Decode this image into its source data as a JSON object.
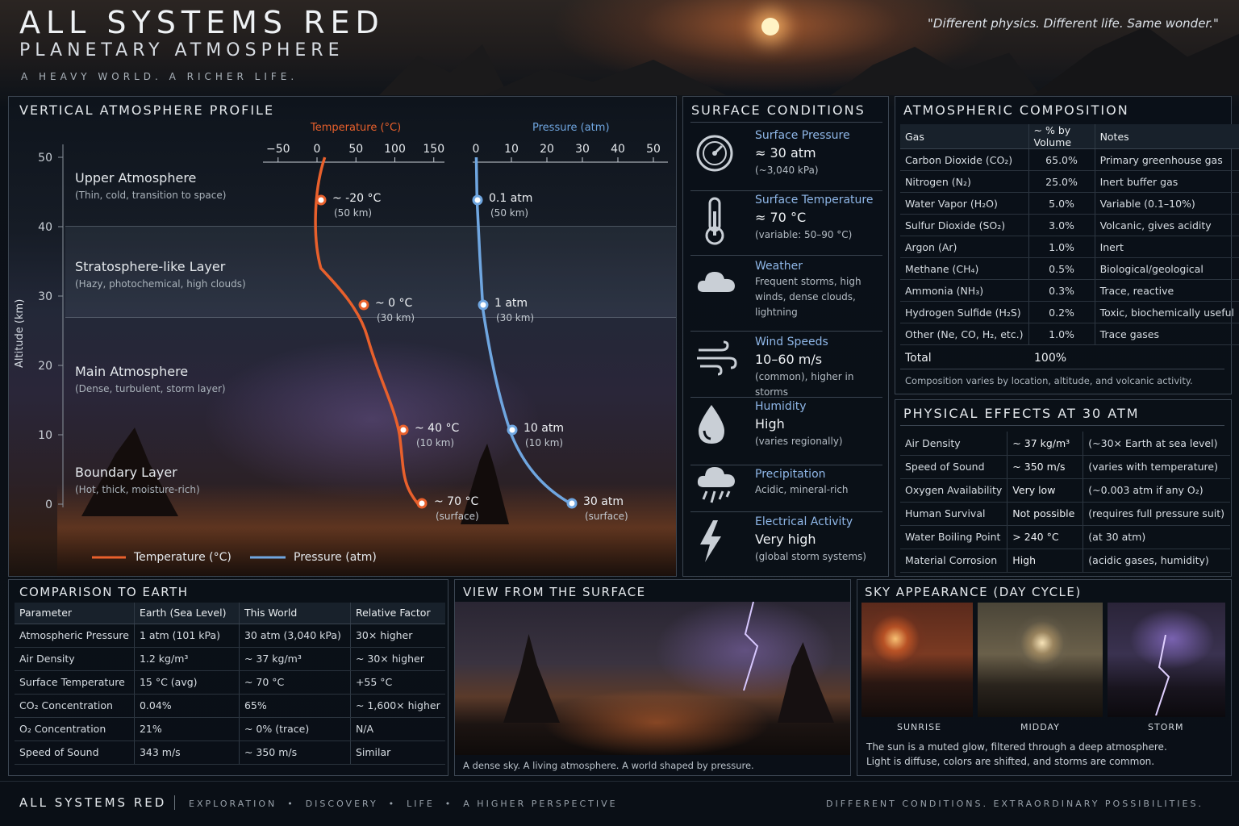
{
  "header": {
    "title": "ALL SYSTEMS RED",
    "subtitle": "PLANETARY ATMOSPHERE",
    "tagline": "A HEAVY WORLD. A RICHER LIFE.",
    "quote": "\"Different physics. Different life. Same wonder.\""
  },
  "profile": {
    "title": "VERTICAL ATMOSPHERE PROFILE",
    "y_axis_label": "Altitude (km)",
    "y_ticks": [
      "50",
      "40",
      "30",
      "20",
      "10",
      "0"
    ],
    "temp_axis_title": "Temperature (°C)",
    "temp_ticks": [
      "−50",
      "0",
      "50",
      "100",
      "150"
    ],
    "pressure_axis_title": "Pressure (atm)",
    "pressure_ticks": [
      "0",
      "10",
      "20",
      "30",
      "40",
      "50"
    ],
    "layers": [
      {
        "name": "Upper Atmosphere",
        "desc": "(Thin, cold, transition to space)"
      },
      {
        "name": "Stratosphere-like Layer",
        "desc": "(Hazy, photochemical, high clouds)"
      },
      {
        "name": "Main Atmosphere",
        "desc": "(Dense, turbulent, storm layer)"
      },
      {
        "name": "Boundary Layer",
        "desc": "(Hot, thick, moisture-rich)"
      }
    ],
    "temp_points": [
      {
        "label": "~ -20 °C",
        "sub": "(50 km)"
      },
      {
        "label": "~ 0 °C",
        "sub": "(30 km)"
      },
      {
        "label": "~ 40 °C",
        "sub": "(10 km)"
      },
      {
        "label": "~ 70 °C",
        "sub": "(surface)"
      }
    ],
    "pressure_points": [
      {
        "label": "0.1 atm",
        "sub": "(50 km)"
      },
      {
        "label": "1 atm",
        "sub": "(30 km)"
      },
      {
        "label": "10 atm",
        "sub": "(10 km)"
      },
      {
        "label": "30 atm",
        "sub": "(surface)"
      }
    ],
    "legend": {
      "temp": "Temperature (°C)",
      "pressure": "Pressure (atm)"
    },
    "colors": {
      "temp": "#e8602c",
      "pressure": "#6fa6e0"
    }
  },
  "surface": {
    "title": "SURFACE CONDITIONS",
    "items": [
      {
        "icon": "gauge-icon",
        "label": "Surface Pressure",
        "value": "≈ 30 atm",
        "note": "(~3,040 kPa)"
      },
      {
        "icon": "thermometer-icon",
        "label": "Surface Temperature",
        "value": "≈ 70 °C",
        "note": "(variable: 50–90 °C)"
      },
      {
        "icon": "cloud-icon",
        "label": "Weather",
        "value": "",
        "note": "Frequent storms, high winds, dense clouds, lightning"
      },
      {
        "icon": "wind-icon",
        "label": "Wind Speeds",
        "value": "10–60 m/s",
        "note": "(common), higher in storms"
      },
      {
        "icon": "droplet-icon",
        "label": "Humidity",
        "value": "High",
        "note": "(varies regionally)"
      },
      {
        "icon": "rain-cloud-icon",
        "label": "Precipitation",
        "value": "",
        "note": "Acidic, mineral-rich"
      },
      {
        "icon": "lightning-icon",
        "label": "Electrical Activity",
        "value": "Very high",
        "note": "(global storm systems)"
      }
    ]
  },
  "composition": {
    "title": "ATMOSPHERIC COMPOSITION",
    "headers": [
      "Gas",
      "~ % by Volume",
      "Notes"
    ],
    "rows": [
      [
        "Carbon Dioxide (CO₂)",
        "65.0%",
        "Primary greenhouse gas"
      ],
      [
        "Nitrogen (N₂)",
        "25.0%",
        "Inert buffer gas"
      ],
      [
        "Water Vapor (H₂O)",
        "5.0%",
        "Variable (0.1–10%)"
      ],
      [
        "Sulfur Dioxide (SO₂)",
        "3.0%",
        "Volcanic, gives acidity"
      ],
      [
        "Argon (Ar)",
        "1.0%",
        "Inert"
      ],
      [
        "Methane (CH₄)",
        "0.5%",
        "Biological/geological"
      ],
      [
        "Ammonia (NH₃)",
        "0.3%",
        "Trace, reactive"
      ],
      [
        "Hydrogen Sulfide (H₂S)",
        "0.2%",
        "Toxic, biochemically useful"
      ],
      [
        "Other (Ne, CO, H₂, etc.)",
        "1.0%",
        "Trace gases"
      ]
    ],
    "total_label": "Total",
    "total_value": "100%",
    "footnote": "Composition varies by location, altitude, and volcanic activity."
  },
  "physical": {
    "title": "PHYSICAL EFFECTS AT 30 ATM",
    "rows": [
      [
        "Air Density",
        "~ 37 kg/m³",
        "(~30× Earth at sea level)"
      ],
      [
        "Speed of Sound",
        "~ 350 m/s",
        "(varies with temperature)"
      ],
      [
        "Oxygen Availability",
        "Very low",
        "(~0.003 atm if any O₂)"
      ],
      [
        "Human Survival",
        "Not possible",
        "(requires full pressure suit)"
      ],
      [
        "Water Boiling Point",
        "> 240 °C",
        "(at 30 atm)"
      ],
      [
        "Material Corrosion",
        "High",
        "(acidic gases, humidity)"
      ]
    ]
  },
  "comparison": {
    "title": "COMPARISON TO EARTH",
    "headers": [
      "Parameter",
      "Earth (Sea Level)",
      "This World",
      "Relative Factor"
    ],
    "rows": [
      [
        "Atmospheric Pressure",
        "1 atm (101 kPa)",
        "30 atm (3,040 kPa)",
        "30× higher"
      ],
      [
        "Air Density",
        "1.2 kg/m³",
        "~ 37 kg/m³",
        "~ 30× higher"
      ],
      [
        "Surface Temperature",
        "15 °C (avg)",
        "~ 70 °C",
        "+55 °C"
      ],
      [
        "CO₂ Concentration",
        "0.04%",
        "65%",
        "~ 1,600× higher"
      ],
      [
        "O₂ Concentration",
        "21%",
        "~ 0% (trace)",
        "N/A"
      ],
      [
        "Speed of Sound",
        "343 m/s",
        "~ 350 m/s",
        "Similar"
      ]
    ]
  },
  "view": {
    "title": "VIEW FROM THE SURFACE",
    "caption": "A dense sky. A living atmosphere. A world shaped by pressure."
  },
  "sky": {
    "title": "SKY APPEARANCE (DAY CYCLE)",
    "labels": [
      "SUNRISE",
      "MIDDAY",
      "STORM"
    ],
    "caption1": "The sun is a muted glow, filtered through a deep atmosphere.",
    "caption2": "Light is diffuse, colors are shifted, and storms are common."
  },
  "footer": {
    "brand": "ALL SYSTEMS RED",
    "nav": "EXPLORATION  •  DISCOVERY  •  LIFE  •  A HIGHER PERSPECTIVE",
    "right": "DIFFERENT CONDITIONS. EXTRAORDINARY POSSIBILITIES."
  }
}
